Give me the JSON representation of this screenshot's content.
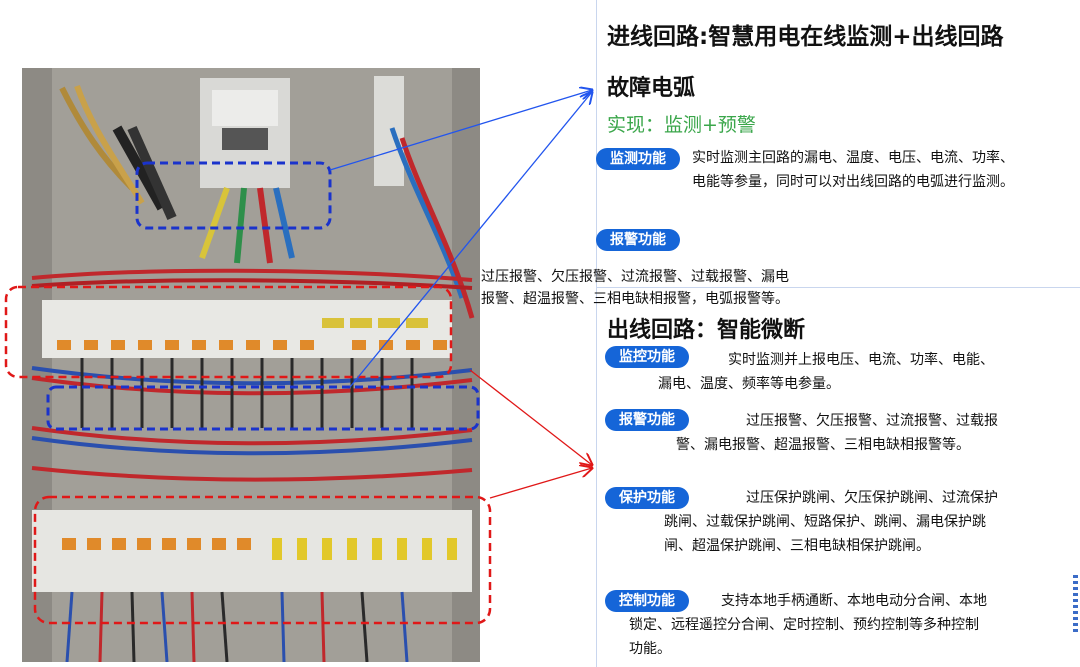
{
  "header": {
    "title_line1": "进线回路:智慧用电在线监测+出线回路",
    "title_line2": "故障电弧",
    "subtitle": "实现：监测+预警"
  },
  "incoming": {
    "monitor_label": "监测功能",
    "monitor_desc_1": "实时监测主回路的漏电、温度、电压、电流、功率、",
    "monitor_desc_2": "电能等参量，同时可以对出线回路的电弧进行监测。",
    "alarm_label": "报警功能",
    "alarm_desc_1": "过压报警、欠压报警、过流报警、过载报警、漏电",
    "alarm_desc_2": "报警、超温报警、三相电缺相报警，电弧报警等。"
  },
  "outgoing": {
    "title": "出线回路：智能微断",
    "monitor_label": "监控功能",
    "monitor_desc_1": "实时监测并上报电压、电流、功率、电能、",
    "monitor_desc_2": "漏电、温度、频率等电参量。",
    "alarm_label": "报警功能",
    "alarm_desc_1": "过压报警、欠压报警、过流报警、过载报",
    "alarm_desc_2": "警、漏电报警、超温报警、三相电缺相报警等。",
    "protect_label": "保护功能",
    "protect_desc_1": "过压保护跳闸、欠压保护跳闸、过流保护",
    "protect_desc_2": "跳闸、过载保护跳闸、短路保护、跳闸、漏电保护跳",
    "protect_desc_3": "闸、超温保护跳闸、三相电缺相保护跳闸。",
    "control_label": "控制功能",
    "control_desc_1": "支持本地手柄通断、本地电动分合闸、本地",
    "control_desc_2": "锁定、远程遥控分合闸、定时控制、预约控制等多种控制",
    "control_desc_3": "功能。"
  },
  "colors": {
    "pill": "#1565d8",
    "green": "#3aa64a",
    "red_box": "#e01818",
    "blue_box": "#1a33cc"
  }
}
